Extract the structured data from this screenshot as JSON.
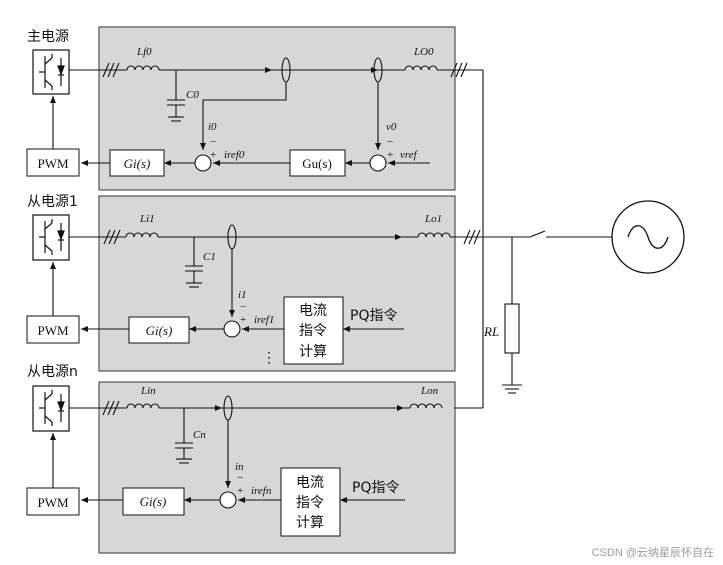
{
  "sources": {
    "main": "主电源",
    "slave1": "从电源1",
    "slaven": "从电源n"
  },
  "pwm": "PWM",
  "gi": "Gi(s)",
  "gu": "Gu(s)",
  "main_block": {
    "L_f0": "Lf0",
    "C_0": "C0",
    "L_O0": "LO0",
    "i_0": "i0",
    "i_ref0": "iref0",
    "v_0": "v0",
    "v_ref": "vref"
  },
  "block1": {
    "L_i1": "Li1",
    "C_1": "C1",
    "L_o1": "Lo1",
    "i_1": "i1",
    "i_ref1": "iref1",
    "calc": [
      "电流",
      "指令",
      "计算"
    ],
    "pq": "PQ指令"
  },
  "blockn": {
    "L_in": "Lin",
    "C_n": "Cn",
    "L_on": "Lon",
    "i_n": "in",
    "i_refn": "irefn",
    "calc": [
      "电流",
      "指令",
      "计算"
    ],
    "pq": "PQ指令"
  },
  "signs": {
    "minus": "−",
    "plus": "+"
  },
  "ellipsis": "⋮",
  "load": "RL",
  "watermark": "CSDN @云纳星辰怀自在"
}
